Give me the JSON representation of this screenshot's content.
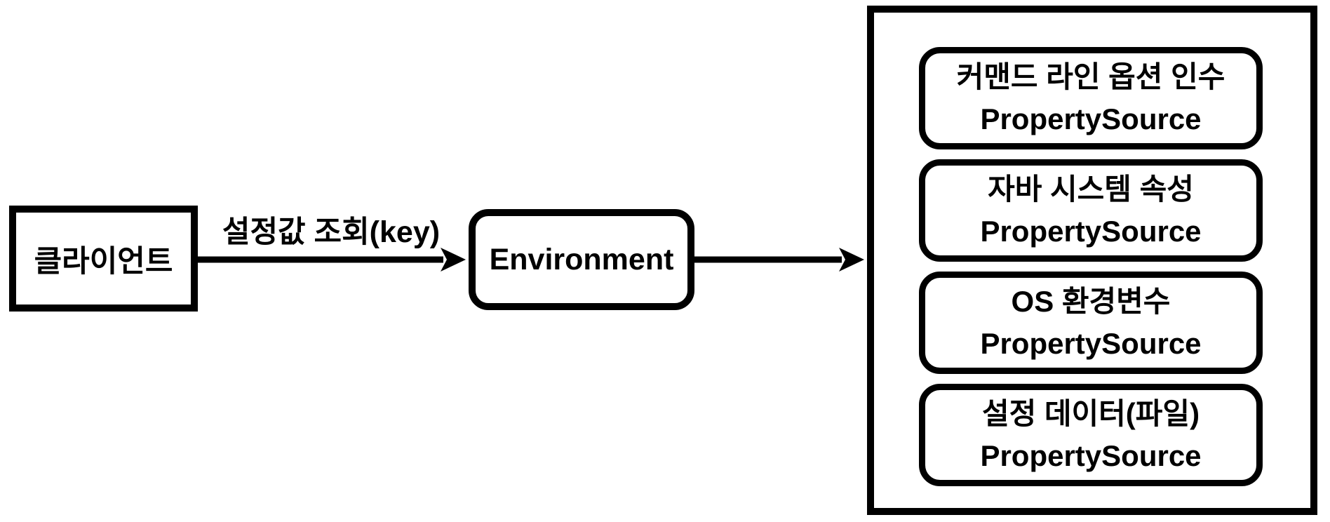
{
  "client": {
    "label": "클라이언트"
  },
  "request_arrow": {
    "label": "설정값 조회(key)"
  },
  "environment": {
    "label": "Environment"
  },
  "property_sources": [
    {
      "name": "커맨드 라인 옵션 인수",
      "type": "PropertySource"
    },
    {
      "name": "자바 시스템 속성",
      "type": "PropertySource"
    },
    {
      "name": "OS 환경변수",
      "type": "PropertySource"
    },
    {
      "name": "설정 데이터(파일)",
      "type": "PropertySource"
    }
  ],
  "colors": {
    "stroke": "#000000",
    "background": "#ffffff"
  }
}
